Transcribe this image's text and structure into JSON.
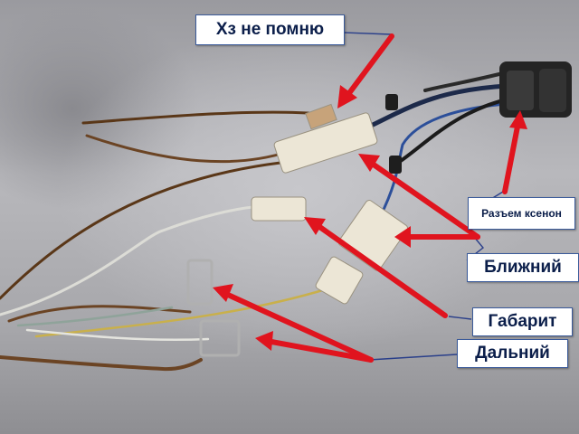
{
  "annotations": {
    "unknown": "Хз не помню",
    "xenon_connector": "Разъем ксенон",
    "low_beam": "Ближний",
    "side_light": "Габарит",
    "high_beam": "Дальний"
  },
  "colors": {
    "arrow": "#e0141e",
    "leader_line": "#2a3f8a",
    "label_text": "#0b1e4a",
    "label_bg": "#ffffff"
  }
}
